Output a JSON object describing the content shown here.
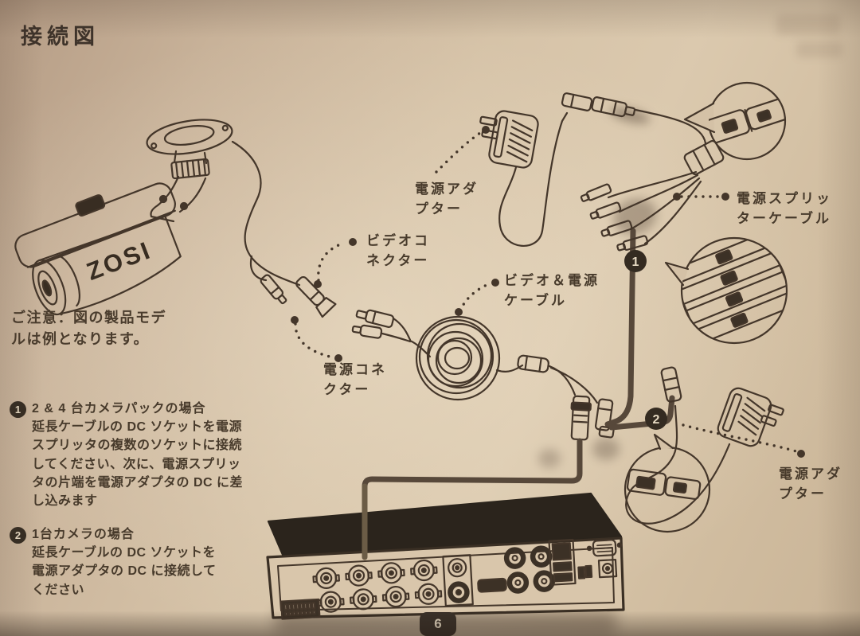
{
  "page": {
    "title": "接続図",
    "note": "ご注意：図の製品モデ\nルは例となります。",
    "page_number": "6"
  },
  "camera": {
    "brand": "ZOSI"
  },
  "labels": {
    "power_adapter_top": "電源アダ\nプター",
    "video_connector": "ビデオコ\nネクター",
    "power_splitter_cable": "電源スプリッ\nターケーブル",
    "video_power_cable": "ビデオ＆電源\nケーブル",
    "power_connector": "電源コネ\nクター",
    "power_adapter_right": "電源アダ\nプター"
  },
  "callout_badges": {
    "one": "1",
    "two": "2"
  },
  "instructions": [
    {
      "num": "1",
      "title": "2 & 4 台カメラパックの場合",
      "body": "延長ケーブルの DC ソケットを電源\nスプリッタの複数のソケットに接続\nしてください、次に、電源スプリッ\nタの片端を電源アダプタの DC に差\nし込みます"
    },
    {
      "num": "2",
      "title": "1台カメラの場合",
      "body": "延長ケーブルの DC ソケットを\n電源アダプタの DC に接続して\nください"
    }
  ],
  "colors": {
    "paper": "#d6c3a8",
    "ink": "#43362a",
    "thick_line": "#57483a",
    "badge": "#342b21"
  }
}
